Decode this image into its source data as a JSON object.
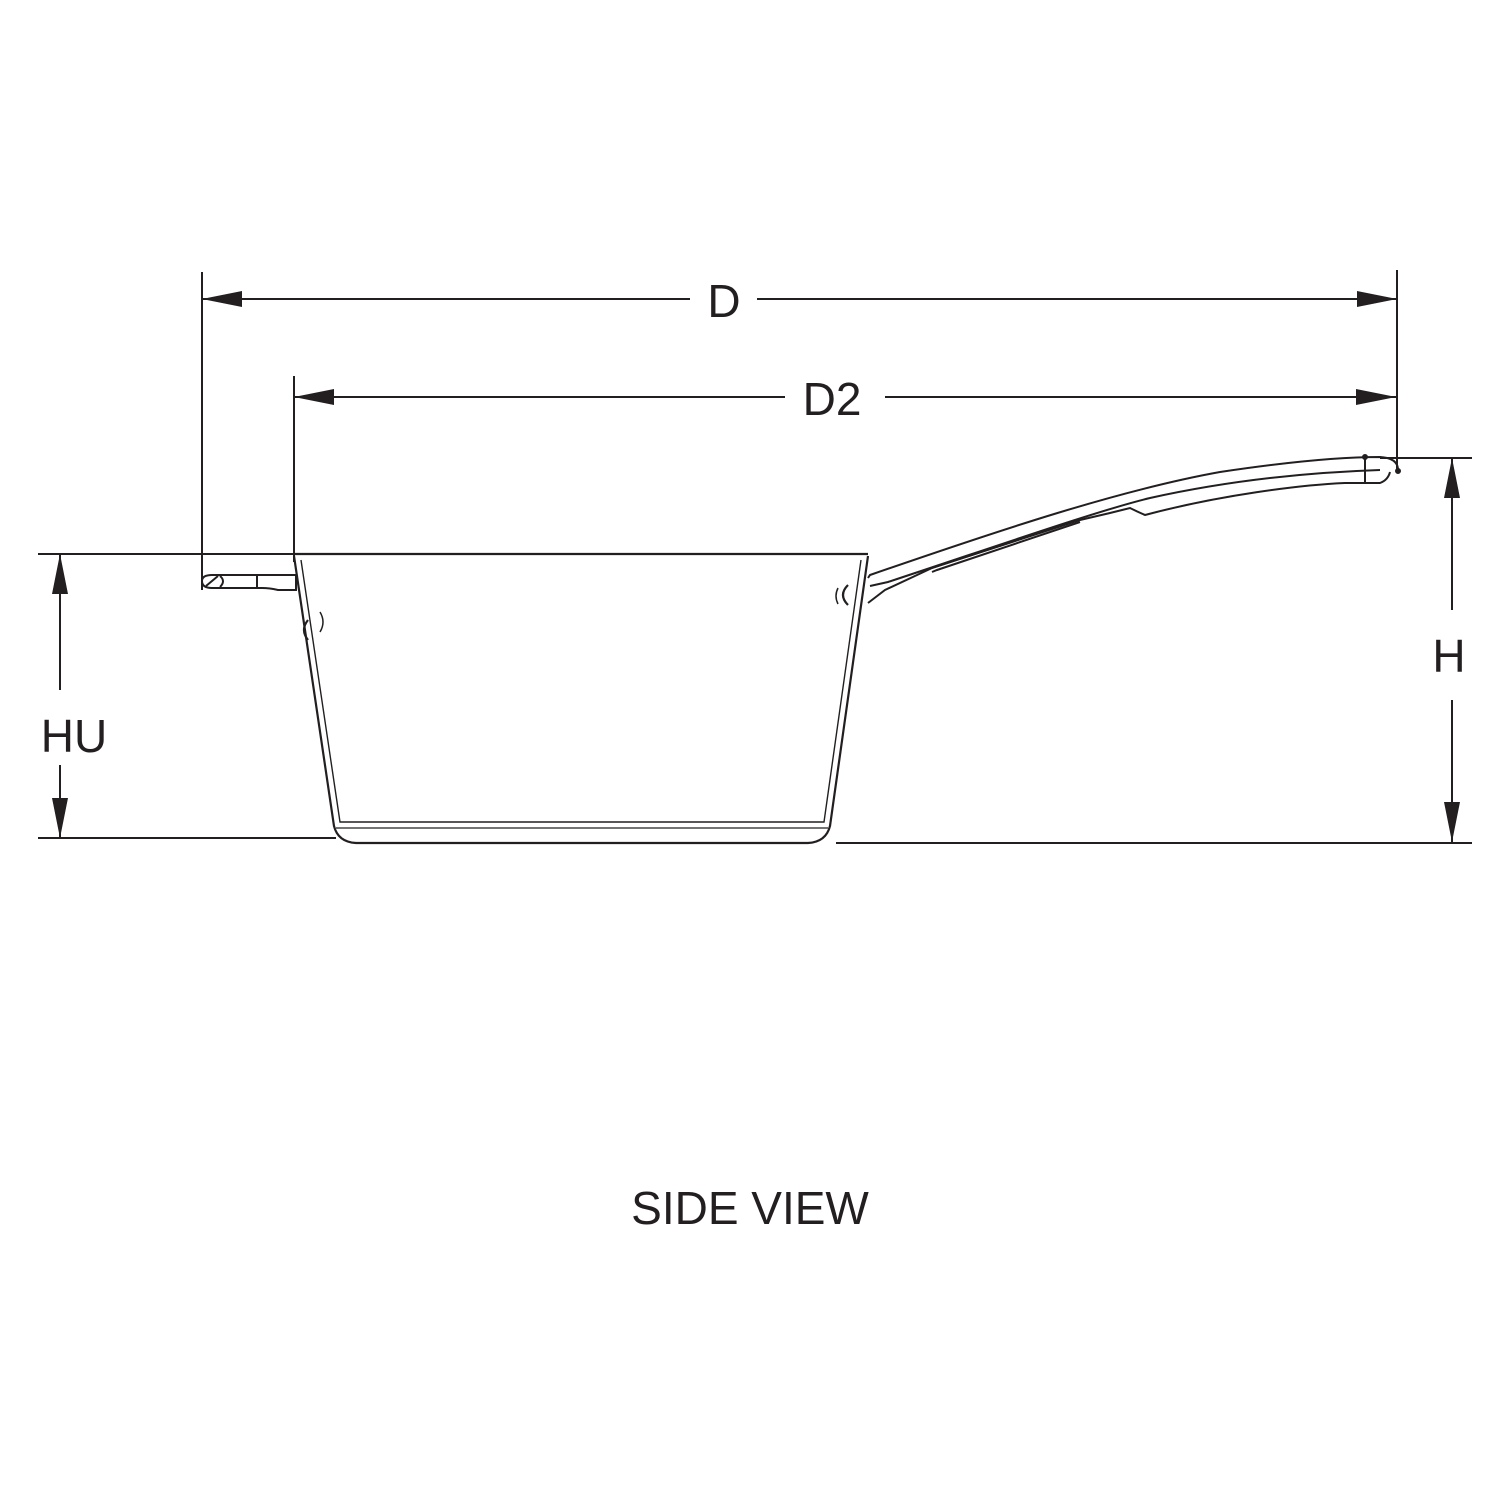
{
  "labels": {
    "d": "D",
    "d2": "D2",
    "h": "H",
    "hu": "HU"
  },
  "caption": "SIDE VIEW",
  "colors": {
    "line": "#231f20",
    "background": "#ffffff"
  }
}
